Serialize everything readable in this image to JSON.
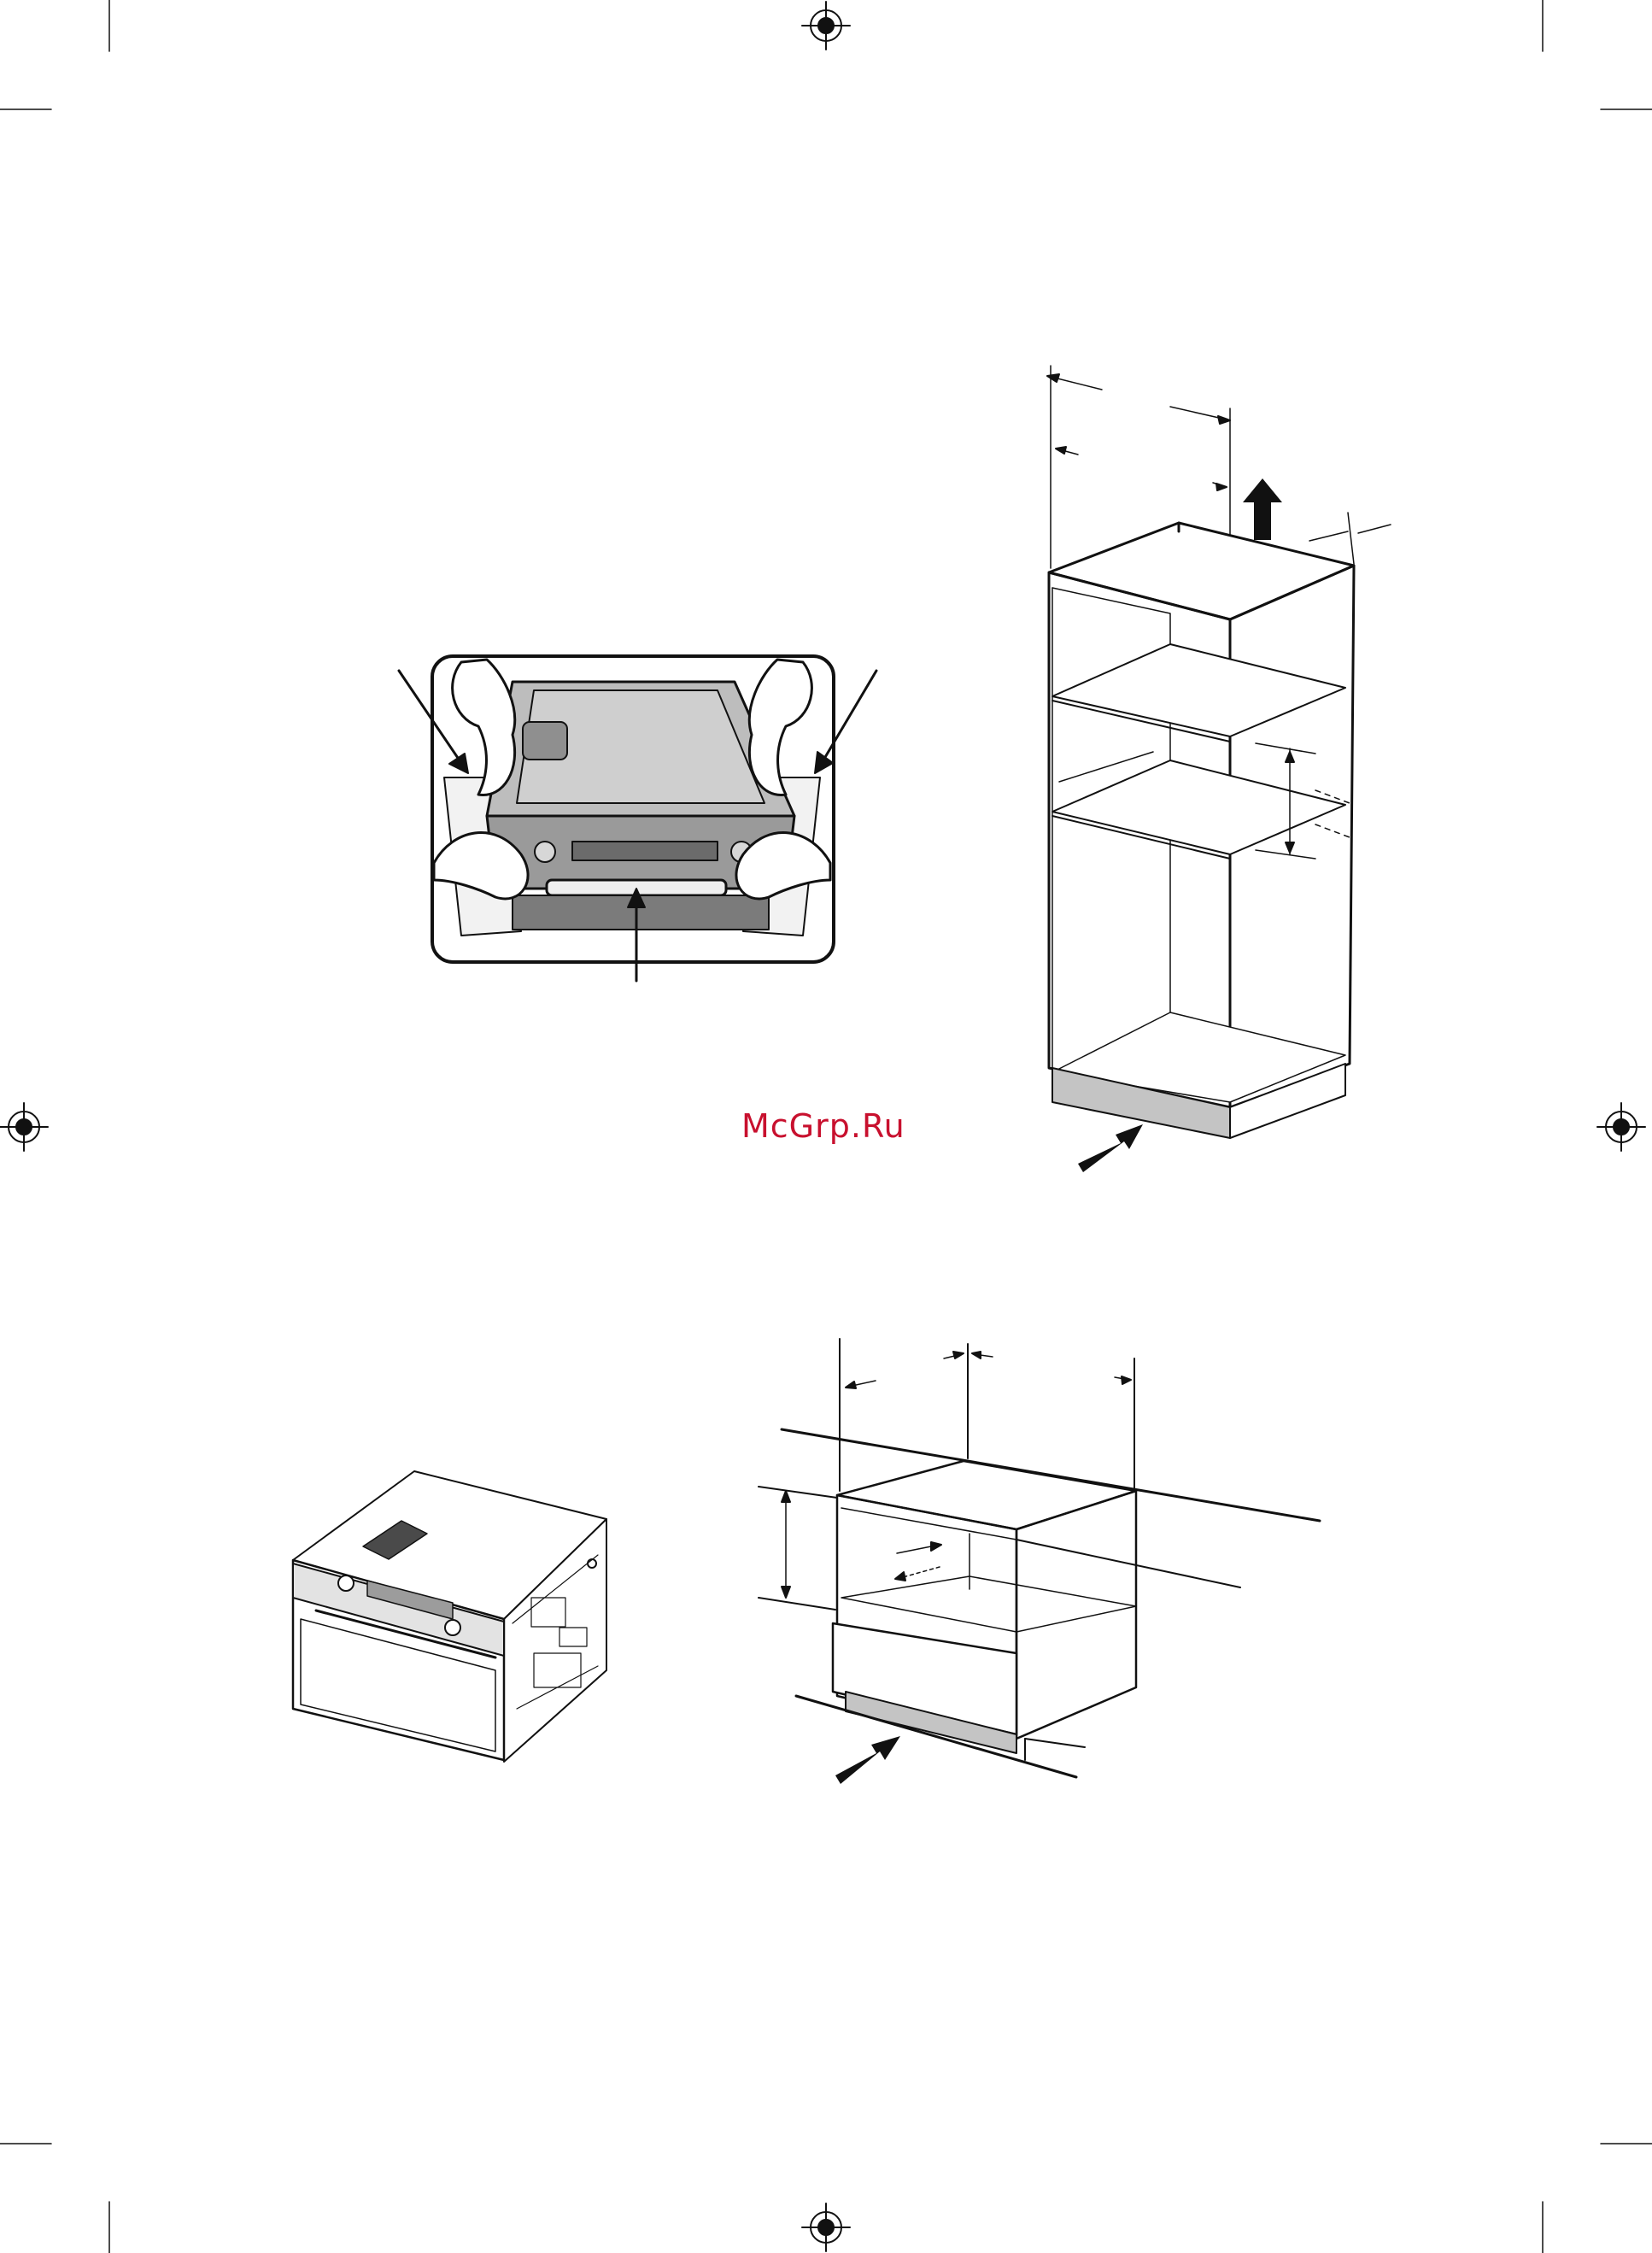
{
  "watermark": {
    "text": "McGrp.Ru",
    "color": "#c8102e"
  },
  "illustrations": [
    {
      "name": "oven-carrying-illustration",
      "icon": "hands-lifting-oven"
    },
    {
      "name": "tall-cabinet-illustration",
      "icon": "tall-cabinet-dimensions"
    },
    {
      "name": "oven-perspective-illustration",
      "icon": "built-in-oven"
    },
    {
      "name": "under-counter-cabinet-illustration",
      "icon": "under-counter-cabinet-dimensions"
    }
  ],
  "colors": {
    "line": "#111111",
    "panel": "#bdbdbd",
    "plinth": "#c4c4c4",
    "dark": "#3a3a3a"
  }
}
